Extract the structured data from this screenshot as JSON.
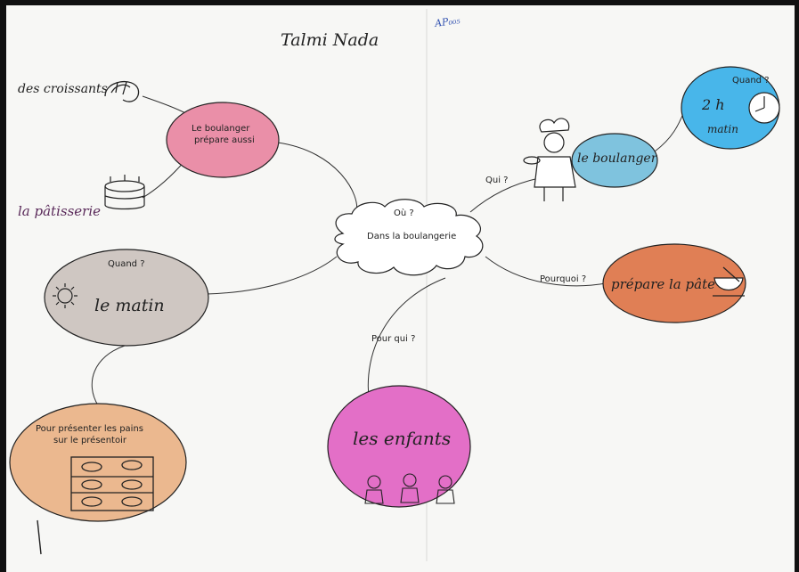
{
  "header": {
    "student_name": "Talmi Nada",
    "corner_note": "AP₀₀₅"
  },
  "center": {
    "question": "Où ?",
    "answer": "Dans la boulangerie"
  },
  "edges": {
    "qui": "Qui ?",
    "pourquoi": "Pourquoi ?",
    "pour_qui": "Pour qui ?"
  },
  "nodes": {
    "baker": {
      "text": "le boulanger",
      "color": "#7fc3de"
    },
    "time_top": {
      "question": "Quand ?",
      "text_line1": "2 h",
      "text_line2": "matin",
      "color": "#48b6ea"
    },
    "dough": {
      "text": "prépare la pâte",
      "color": "#e07f55"
    },
    "children": {
      "text": "les enfants",
      "color": "#e36fc7"
    },
    "also": {
      "text_line1": "Le boulanger",
      "text_line2": "prépare aussi",
      "color": "#ea8fa8"
    },
    "croissants": {
      "text": "des croissants"
    },
    "patisserie": {
      "text": "la pâtisserie"
    },
    "morning_left": {
      "question": "Quand ?",
      "text": "le matin",
      "color": "#cfc7c2"
    },
    "present": {
      "text_line1": "Pour présenter les pains",
      "text_line2": "sur le présentoir",
      "color": "#ebb88f"
    }
  }
}
